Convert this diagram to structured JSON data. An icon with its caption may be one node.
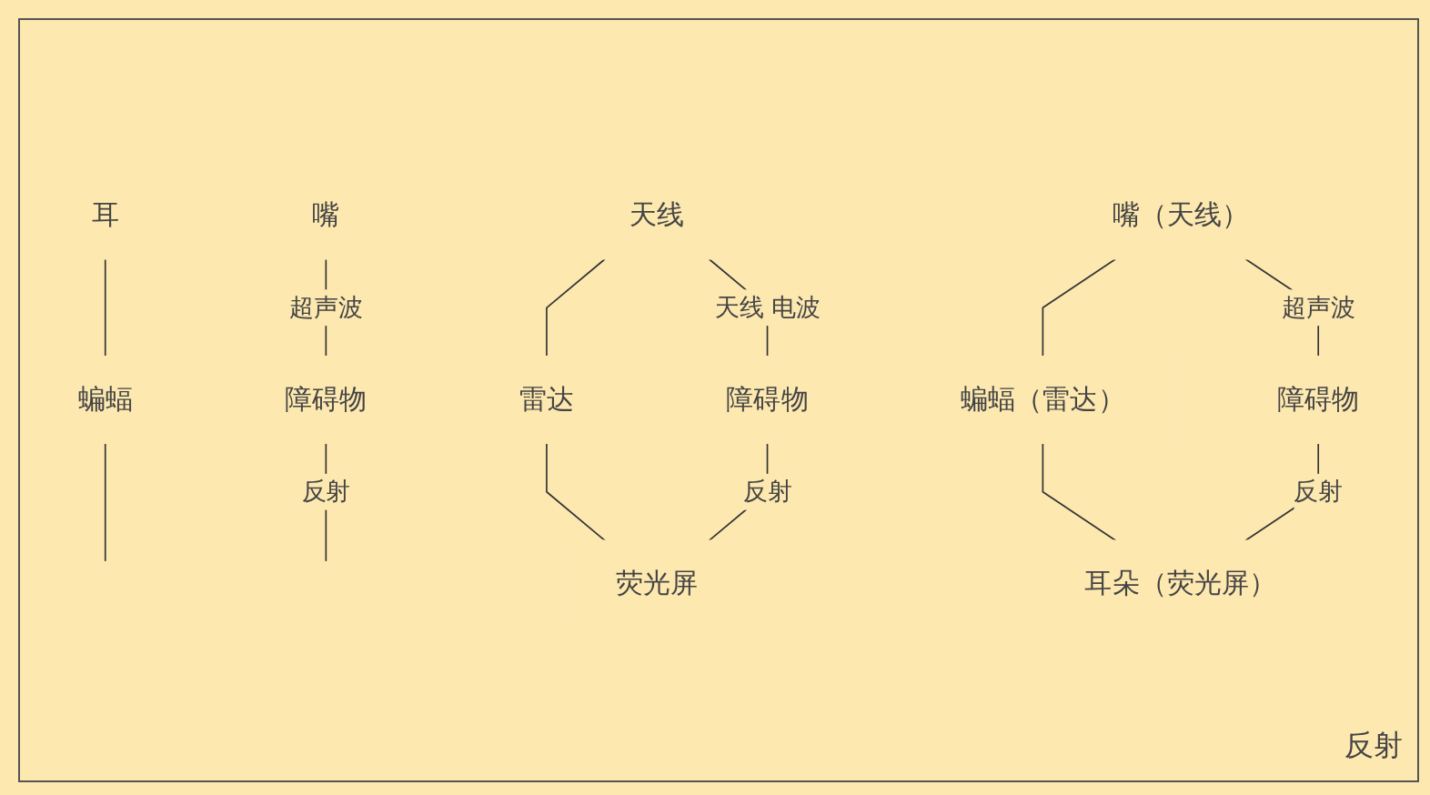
{
  "diagram": {
    "nodes": [
      {
        "text": [
          "耳"
        ]
      },
      {
        "text": [
          "嘴"
        ]
      },
      {
        "text": [
          "蝙蝠"
        ]
      },
      {
        "text": [
          "障碍物"
        ]
      },
      {
        "text": [
          "天线"
        ]
      },
      {
        "text": [
          "雷达"
        ]
      },
      {
        "text": [
          "障碍物"
        ]
      },
      {
        "text": [
          "荧光屏"
        ]
      },
      {
        "text": [
          "嘴（天线）"
        ]
      },
      {
        "text": [
          "蝙蝠（雷达）"
        ]
      },
      {
        "text": [
          "障碍物"
        ]
      },
      {
        "text": [
          "耳朵（荧光屏）"
        ]
      }
    ],
    "edges": [
      {
        "from": 0,
        "to": 2,
        "arrow": "none"
      },
      {
        "from": 1,
        "to": 3,
        "arrow": "none",
        "label": "超声波"
      },
      {
        "from": 2,
        "to": null,
        "arrow": "none"
      },
      {
        "from": 3,
        "to": null,
        "arrow": "none",
        "label": "反射"
      },
      {
        "from": 4,
        "to": 5,
        "arrow": "none"
      },
      {
        "from": 4,
        "to": 6,
        "arrow": "none",
        "label": "天线 电波"
      },
      {
        "from": 5,
        "to": 7,
        "arrow": "none"
      },
      {
        "from": 6,
        "to": 7,
        "arrow": "none",
        "label": "反射"
      },
      {
        "from": 8,
        "to": 9,
        "arrow": "none"
      },
      {
        "from": 8,
        "to": 10,
        "arrow": "none",
        "label": "超声波"
      },
      {
        "from": 9,
        "to": 11,
        "arrow": "none"
      },
      {
        "from": 10,
        "to": 11,
        "arrow": "none",
        "label": "反射"
      }
    ],
    "labels": [
      "反射"
    ]
  }
}
